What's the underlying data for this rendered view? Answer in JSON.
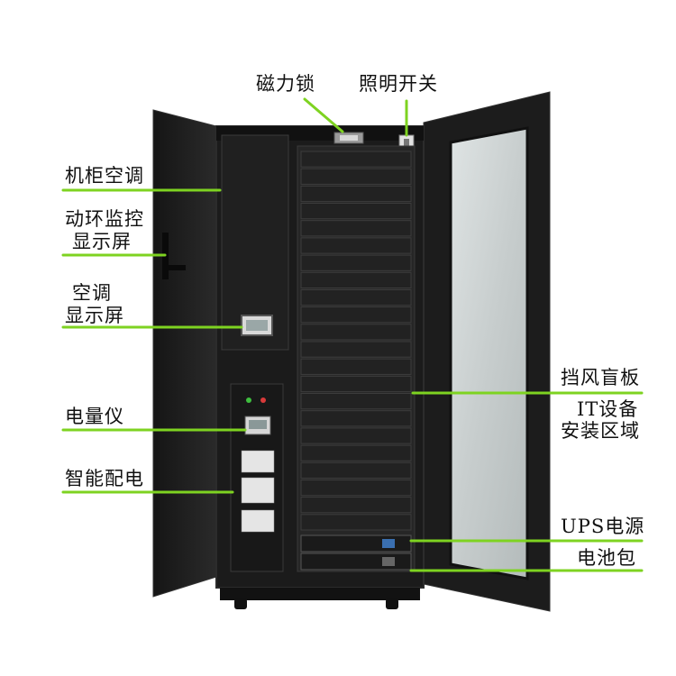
{
  "labels": {
    "magnetic_lock": "磁力锁",
    "light_switch": "照明开关",
    "rack_ac": "机柜空调",
    "env_monitor_l1": "动环监控",
    "env_monitor_l2": "显示屏",
    "ac_display_l1": "空调",
    "ac_display_l2": "显示屏",
    "power_meter": "电量仪",
    "smart_pdu": "智能配电",
    "blanking_panel": "挡风盲板",
    "it_area_l1": "IT设备",
    "it_area_l2": "安装区域",
    "ups": "UPS电源",
    "battery": "电池包"
  },
  "colors": {
    "callout_line": "#7ed321",
    "cabinet_body": "#1b1b1b",
    "cabinet_edge": "#2c2c2c",
    "blank_panel": "#222222",
    "glass": "#c9cfcf",
    "indicator_green": "#3fbf3f",
    "indicator_red": "#d93a3a"
  }
}
